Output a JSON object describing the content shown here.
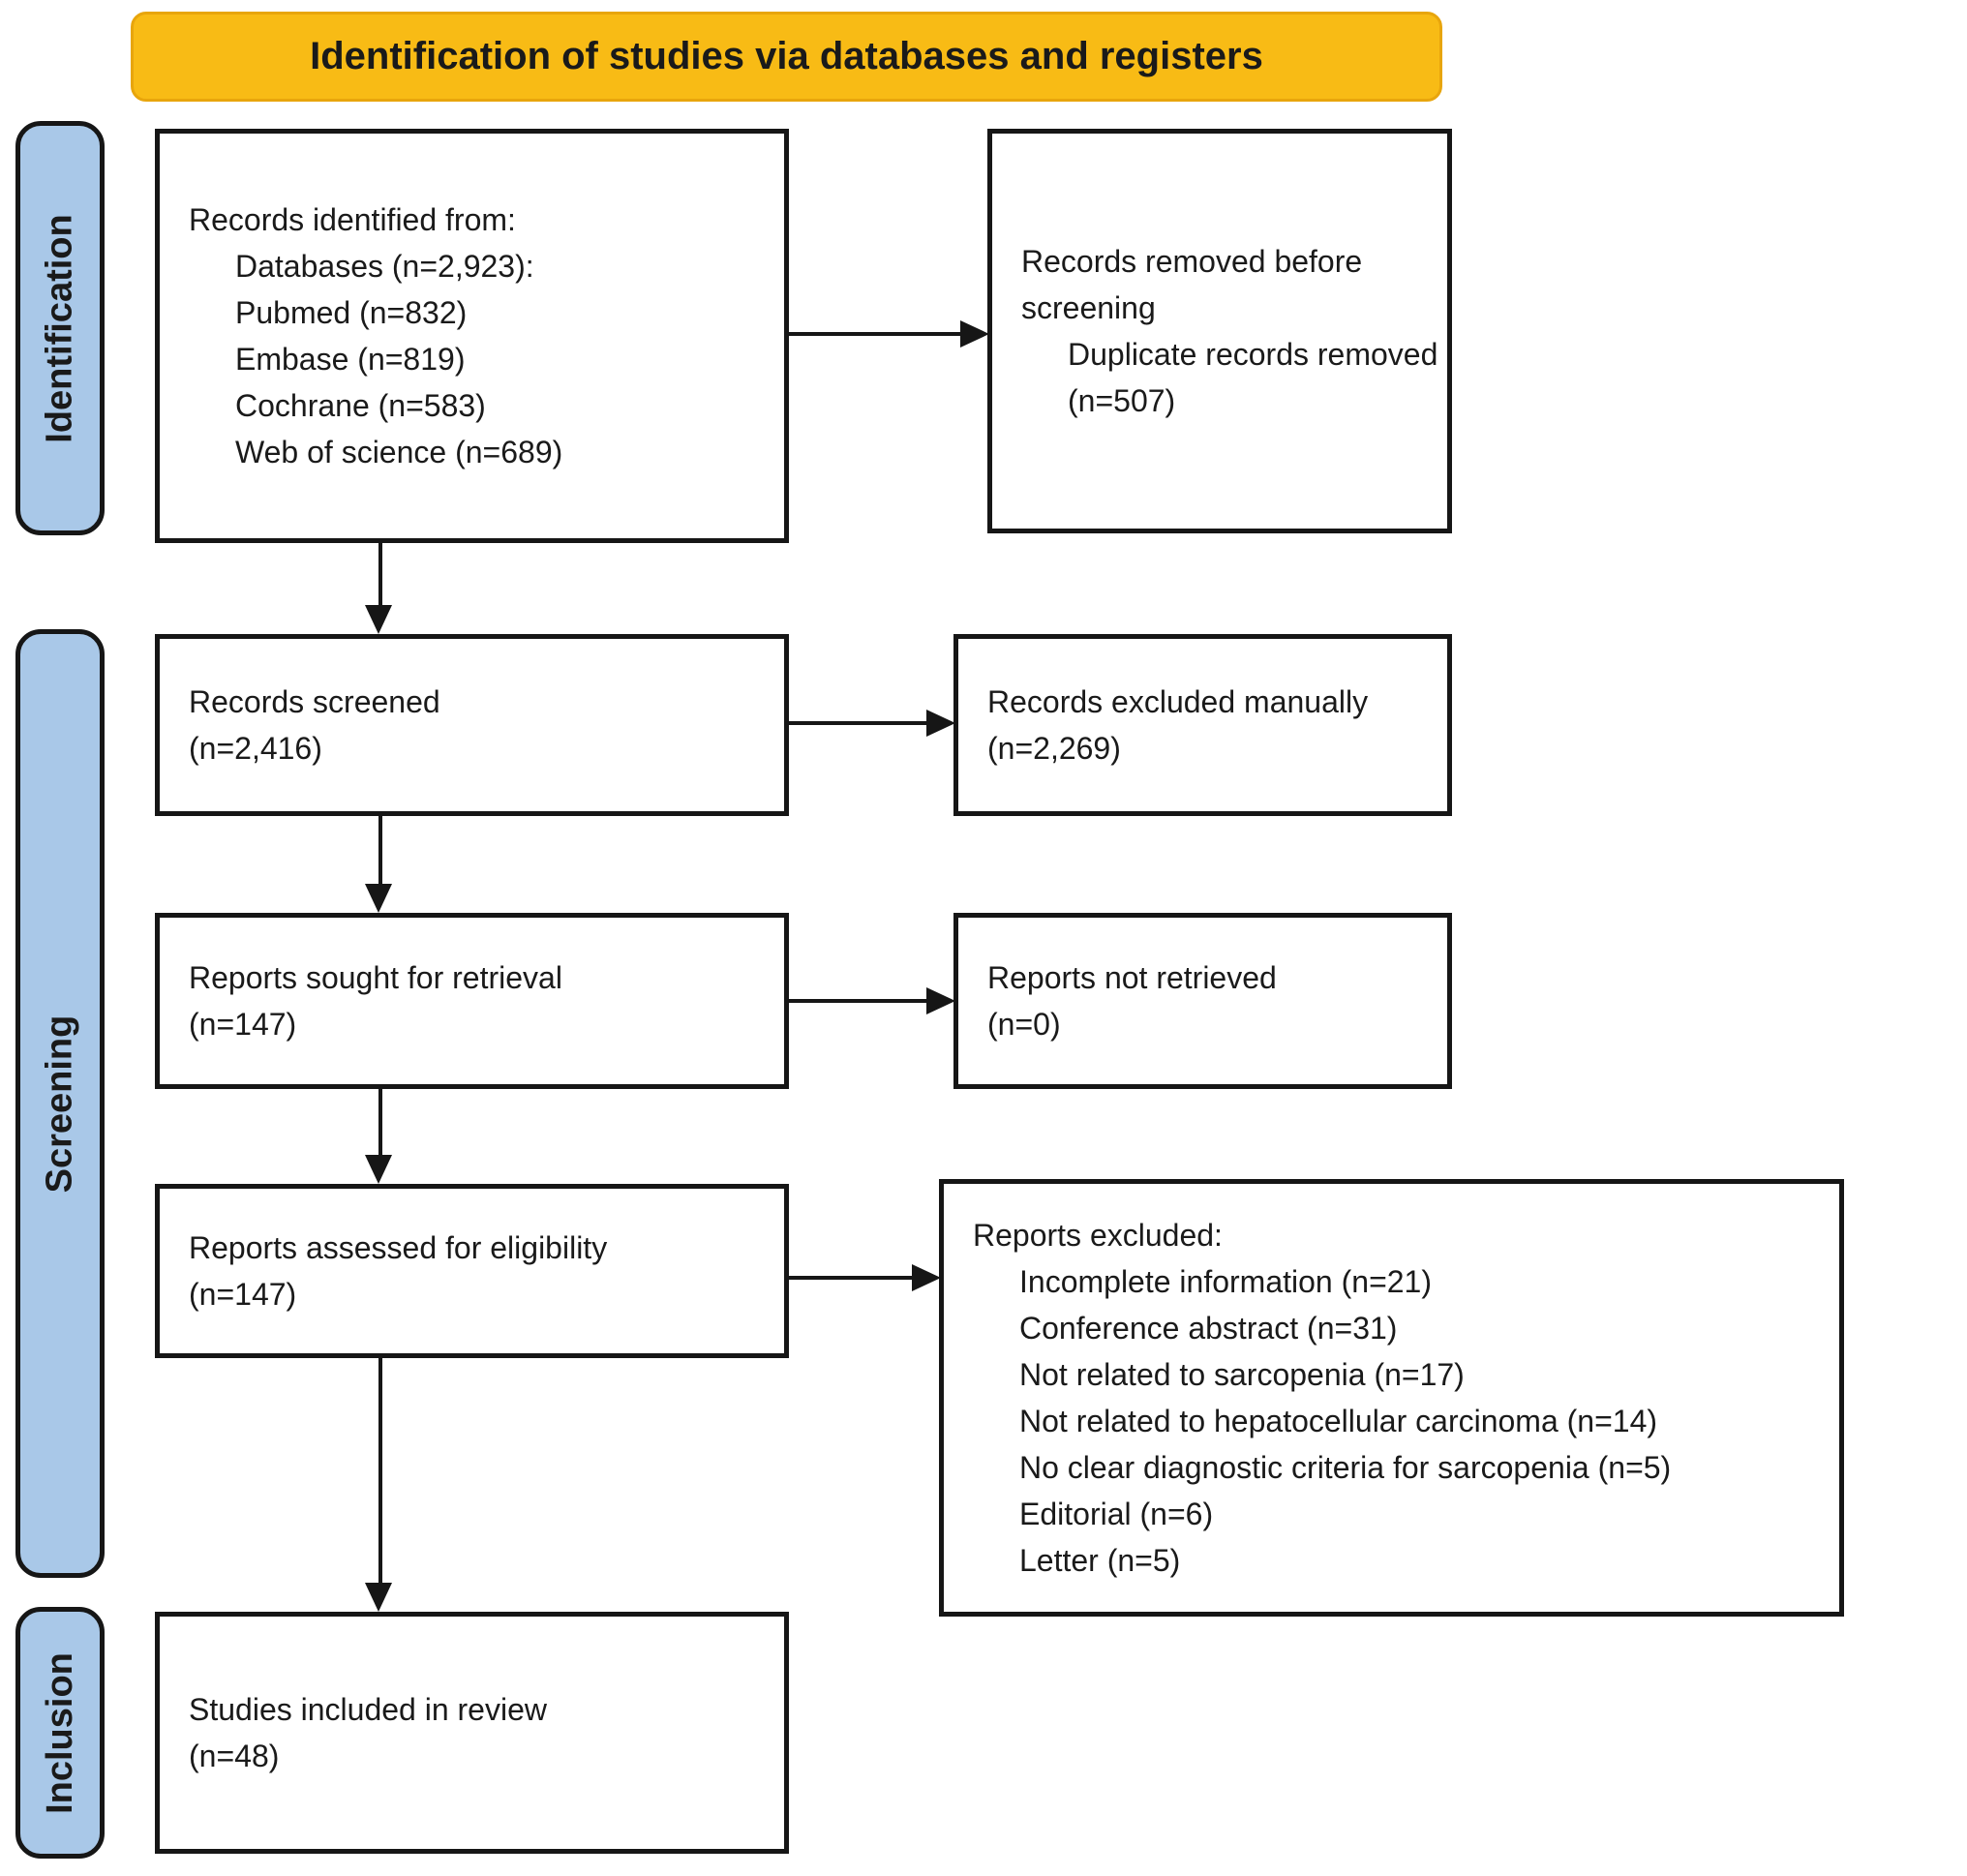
{
  "title": "Identification of studies via databases and registers",
  "colors": {
    "banner": "#F8BB15",
    "banner_edge": "#E8A50C",
    "stage": "#A9C8E8",
    "border": "#161616",
    "text": "#1a1a1a"
  },
  "stages": {
    "identification": {
      "label": "Identification"
    },
    "screening": {
      "label": "Screening"
    },
    "inclusion": {
      "label": "Inclusion"
    }
  },
  "boxes": {
    "records_identified": {
      "lines": [
        {
          "text": "Records identified from:",
          "indent": 0
        },
        {
          "text": "Databases (n=2,923):",
          "indent": 1
        },
        {
          "text": "Pubmed (n=832)",
          "indent": 1
        },
        {
          "text": "Embase (n=819)",
          "indent": 1
        },
        {
          "text": "Cochrane (n=583)",
          "indent": 1
        },
        {
          "text": "Web of science (n=689)",
          "indent": 1
        }
      ]
    },
    "records_removed": {
      "lines": [
        {
          "text": "Records removed before",
          "indent": 0
        },
        {
          "text": "screening",
          "indent": 0
        },
        {
          "text": "Duplicate records removed",
          "indent": 1
        },
        {
          "text": "(n=507)",
          "indent": 1
        }
      ]
    },
    "records_screened": {
      "lines": [
        {
          "text": "Records screened",
          "indent": 0
        },
        {
          "text": "(n=2,416)",
          "indent": 0
        }
      ]
    },
    "records_excluded_manually": {
      "lines": [
        {
          "text": "Records excluded manually",
          "indent": 0
        },
        {
          "text": "(n=2,269)",
          "indent": 0
        }
      ]
    },
    "reports_sought": {
      "lines": [
        {
          "text": "Reports sought for retrieval",
          "indent": 0
        },
        {
          "text": "(n=147)",
          "indent": 0
        }
      ]
    },
    "reports_not_retrieved": {
      "lines": [
        {
          "text": "Reports not retrieved",
          "indent": 0
        },
        {
          "text": "(n=0)",
          "indent": 0
        }
      ]
    },
    "reports_assessed": {
      "lines": [
        {
          "text": "Reports assessed for eligibility",
          "indent": 0
        },
        {
          "text": "(n=147)",
          "indent": 0
        }
      ]
    },
    "reports_excluded": {
      "lines": [
        {
          "text": "Reports excluded:",
          "indent": 0
        },
        {
          "text": "Incomplete information (n=21)",
          "indent": 1
        },
        {
          "text": "Conference abstract (n=31)",
          "indent": 1
        },
        {
          "text": "Not related to sarcopenia (n=17)",
          "indent": 1
        },
        {
          "text": "Not related to hepatocellular carcinoma (n=14)",
          "indent": 1
        },
        {
          "text": "No clear diagnostic criteria for sarcopenia (n=5)",
          "indent": 1
        },
        {
          "text": "Editorial (n=6)",
          "indent": 1
        },
        {
          "text": "Letter (n=5)",
          "indent": 1
        }
      ]
    },
    "studies_included": {
      "lines": [
        {
          "text": "Studies included in review",
          "indent": 0
        },
        {
          "text": "(n=48)",
          "indent": 0
        }
      ]
    }
  }
}
